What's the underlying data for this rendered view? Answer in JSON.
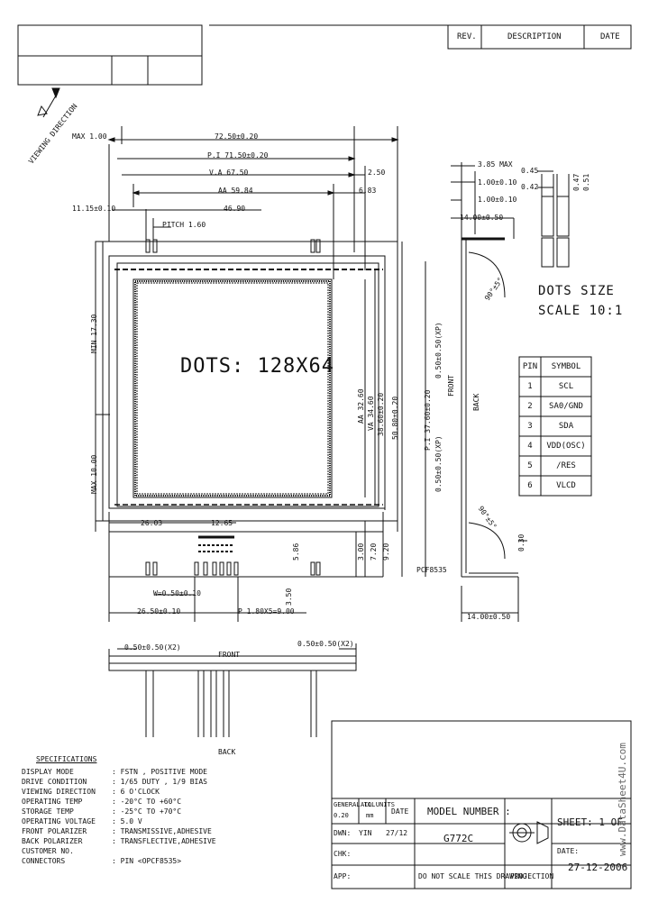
{
  "revision_table": {
    "headers": {
      "rev": "REV.",
      "description": "DESCRIPTION",
      "date": "DATE"
    }
  },
  "viewing_direction": "VIEWING DIRECTION",
  "dims_top": {
    "max_100": "MAX 1.00",
    "d7250": "72.50±0.20",
    "pi": "P.I 71.50±0.20",
    "va": "V.A 67.50",
    "d250": "2.50",
    "aa": "AA 59.84",
    "d683": "6.83",
    "d1115": "11.15±0.10",
    "d4690": "46.90",
    "pitch": "PITCH 1.60"
  },
  "dims_left": {
    "min1730": "MIN 17.30",
    "max1000": "MAX 10.00"
  },
  "dots_label": "DOTS: 128X64",
  "dims_right_vert": {
    "aa": "AA 32.60",
    "va": "VA 34.60",
    "d3860": "38.60±0.20",
    "d5080": "50.80±0.20"
  },
  "dims_bottom": {
    "d2603": "26.03",
    "d1265": "12.65",
    "w": "W=0.50±0.10",
    "d2650": "26.50±0.10",
    "p": "P 1.80X5=9.00",
    "d586": "5.86",
    "d300": "3.00",
    "d720": "7.20",
    "d920": "9.20",
    "d350": "3.50"
  },
  "side_view": {
    "d385": "3.85 MAX",
    "d100": "1.00±0.10",
    "d100b": "1.00±0.10",
    "d1400": "14.00±0.50",
    "d1400b": "14.00±0.50",
    "pi_vert": "P.I 37.60±0.20",
    "p050a": "0.50±0.50(XP)",
    "p050b": "0.50±0.50(XP)",
    "front": "FRONT",
    "back": "BACK",
    "deg1": "90°±5°",
    "deg2": "90°±5°",
    "d030": "0.30",
    "pcf": "PCF8535"
  },
  "dots_detail": {
    "c045": "0.45",
    "c042": "0.42",
    "d047": "0.47",
    "d051": "0.51",
    "size": "DOTS SIZE",
    "scale": "SCALE 10:1"
  },
  "pin_table": {
    "headers": [
      "PIN",
      "SYMBOL"
    ],
    "rows": [
      [
        "1",
        "SCL"
      ],
      [
        "2",
        "SA0/GND"
      ],
      [
        "3",
        "SDA"
      ],
      [
        "4",
        "VDD(OSC)"
      ],
      [
        "5",
        "/RES"
      ],
      [
        "6",
        "VLCD"
      ]
    ]
  },
  "bottom_view": {
    "left_dim": "0.50±0.50(X2)",
    "right_dim": "0.50±0.50(X2)",
    "front": "FRONT",
    "back": "BACK"
  },
  "specifications": {
    "title": "SPECIFICATIONS",
    "rows": [
      [
        "DISPLAY    MODE",
        ": FSTN , POSITIVE MODE"
      ],
      [
        "DRIVE  CONDITION",
        ": 1/65 DUTY , 1/9 BIAS"
      ],
      [
        "VIEWING DIRECTION",
        ": 6 O'CLOCK"
      ],
      [
        "OPERATING  TEMP",
        ": -20°C TO +60°C"
      ],
      [
        "STORAGE    TEMP",
        ": -25°C TO +70°C"
      ],
      [
        "OPERATING VOLTAGE",
        ": 5.0 V"
      ],
      [
        "FRONT POLARIZER",
        ": TRANSMISSIVE,ADHESIVE"
      ],
      [
        "BACK  POLARIZER",
        ": TRANSFLECTIVE,ADHESIVE"
      ],
      [
        "CUSTOMER      NO.",
        ""
      ],
      [
        "CONNECTORS",
        ":        PIN <OPCF8535>"
      ]
    ]
  },
  "title_block": {
    "general_tol": "GENERAL TOL",
    "tol_value": "0.20",
    "all_units": "ALL UNITS",
    "unit": "mm",
    "date_label": "DATE",
    "dwn": "DWN:",
    "dwn_name": "YIN",
    "dwn_date": "27/12",
    "chk": "CHK:",
    "app": "APP:",
    "model_label": "MODEL NUMBER :",
    "model": "G772C",
    "note": "DO NOT SCALE THIS DRAWING.",
    "projection": "PROJECTION",
    "sheet": "SHEET: 1 OF",
    "date_caption": "DATE:",
    "date_value": "27-12-2006"
  },
  "watermark": "www.DataSheet4U.com"
}
